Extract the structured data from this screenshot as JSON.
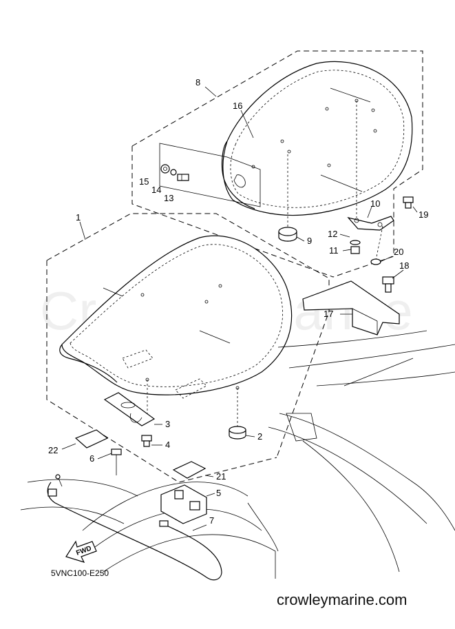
{
  "diagram": {
    "watermark": "Crowley Marine",
    "drawing_code": "5VNC100-E250",
    "footer_site": "crowleymarine.com",
    "fwd_label": "FWD",
    "callouts": [
      "1",
      "2",
      "3",
      "4",
      "5",
      "6",
      "7",
      "8",
      "9",
      "10",
      "11",
      "12",
      "13",
      "14",
      "15",
      "16",
      "17",
      "18",
      "19",
      "20",
      "21",
      "22"
    ]
  }
}
